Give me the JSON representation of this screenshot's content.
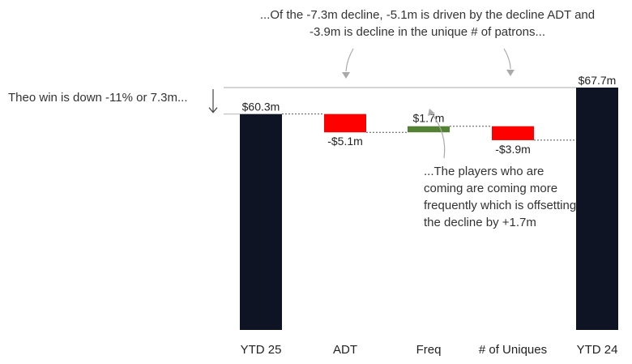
{
  "chart_data": {
    "type": "waterfall",
    "categories": [
      "YTD 25",
      "ADT",
      "Freq",
      "# of Uniques",
      "YTD 24"
    ],
    "values": [
      60.3,
      -5.1,
      1.7,
      -3.9,
      67.7
    ],
    "measures": [
      "total",
      "relative",
      "relative",
      "relative",
      "total"
    ],
    "data_labels": [
      "$60.3m",
      "-$5.1m",
      "$1.7m",
      "-$3.9m",
      "$67.7m"
    ],
    "colors": {
      "total": "#0f1424",
      "decrease": "#ff0000",
      "increase": "#548235",
      "connector": "#555555",
      "reference_line": "#bbbbbb",
      "arrow": "#aaaaaa"
    },
    "annotations": {
      "top": "...Of the -7.3m decline, -5.1m is driven by the decline ADT and -3.9m is decline in the unique # of patrons...",
      "left": "Theo win is down -11% or 7.3m...",
      "right": "...The players who are coming are coming more frequently which is offsetting the decline by +1.7m"
    }
  }
}
